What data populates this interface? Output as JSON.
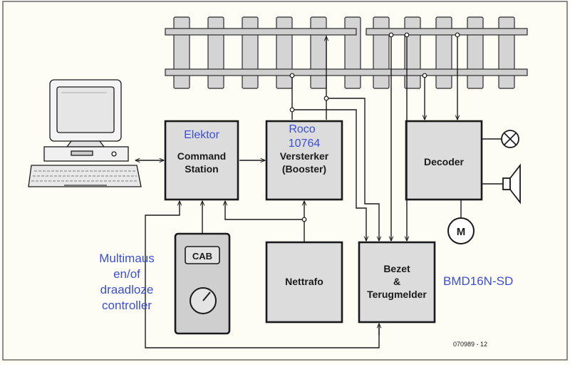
{
  "colors": {
    "background": "#fdfcf5",
    "box_fill": "#dcdcdc",
    "ink": "#1a1a1a",
    "annotation_blue": "#3a4fd6",
    "rail": "#cfcfcf",
    "tie": "#d4d4d4"
  },
  "blocks": {
    "command_station": {
      "line1": "Command",
      "line2": "Station"
    },
    "booster": {
      "line1": "Versterker",
      "line2": "(Booster)"
    },
    "decoder": {
      "label": "Decoder"
    },
    "nettrafo": {
      "label": "Nettrafo"
    },
    "bezet": {
      "line1": "Bezet",
      "line2": "&",
      "line3": "Terugmelder"
    },
    "cab": {
      "label": "CAB"
    },
    "motor": {
      "label": "M"
    }
  },
  "annotations": {
    "elektor": "Elektor",
    "roco_line1": "Roco",
    "roco_line2": "10764",
    "multimaus": [
      "Multimaus",
      "en/of",
      "draadloze",
      "controller"
    ],
    "bmd": "BMD16N-SD"
  },
  "figure_code": "070989 - 12",
  "icons": [
    "computer-icon",
    "lamp-icon",
    "speaker-icon",
    "motor-icon",
    "knob-icon"
  ]
}
